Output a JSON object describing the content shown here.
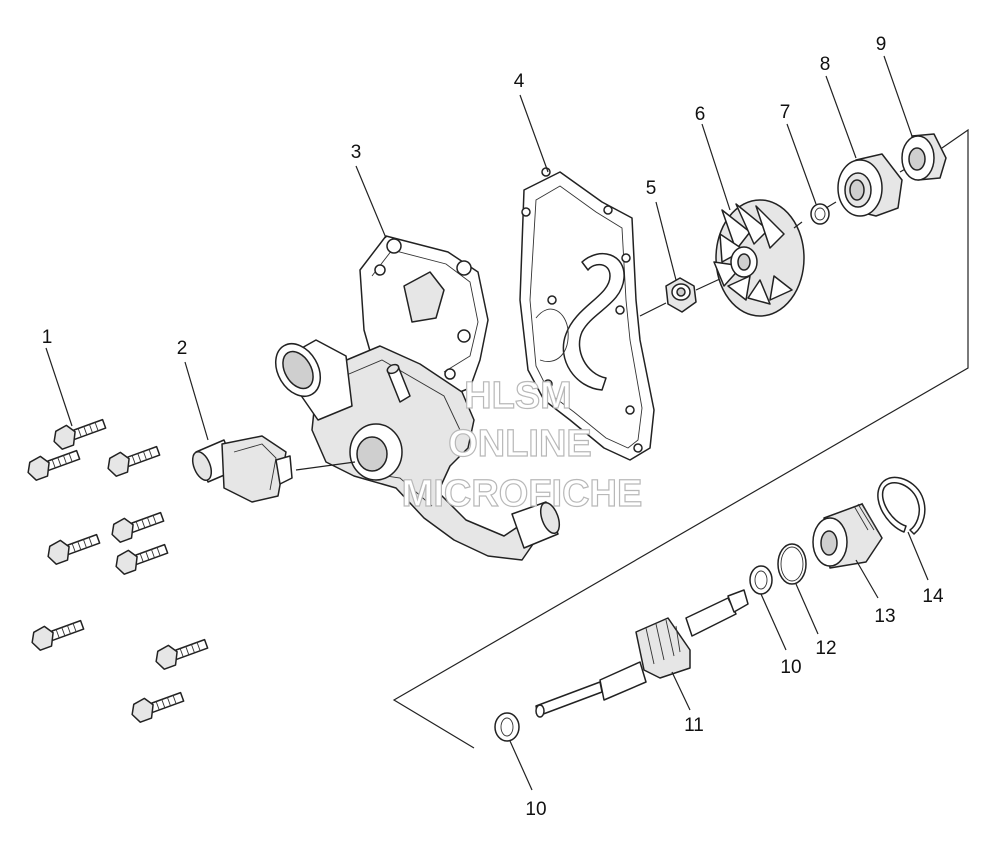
{
  "diagram": {
    "parts": [
      {
        "number": "1",
        "name": "flange-bolt"
      },
      {
        "number": "2",
        "name": "elbow-fitting"
      },
      {
        "number": "3",
        "name": "pump-housing"
      },
      {
        "number": "4",
        "name": "housing-gasket"
      },
      {
        "number": "5",
        "name": "impeller-nut"
      },
      {
        "number": "6",
        "name": "impeller"
      },
      {
        "number": "7",
        "name": "o-ring"
      },
      {
        "number": "8",
        "name": "seal"
      },
      {
        "number": "9",
        "name": "oil-seal"
      },
      {
        "number": "10",
        "name": "washer-upper"
      },
      {
        "number": "10",
        "name": "washer-lower"
      },
      {
        "number": "11",
        "name": "pump-shaft"
      },
      {
        "number": "12",
        "name": "o-ring-large"
      },
      {
        "number": "13",
        "name": "bearing-bushing"
      },
      {
        "number": "14",
        "name": "retaining-ring"
      }
    ],
    "watermark": {
      "line1": "HLSM",
      "line2": "ONLINE",
      "line3": "MICROFICHE"
    }
  }
}
